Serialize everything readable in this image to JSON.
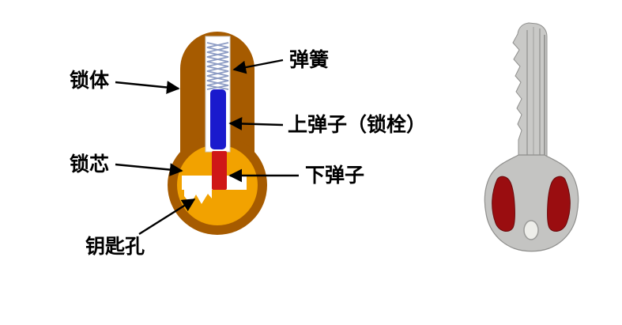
{
  "diagram": {
    "title_implicit": "pin-tumbler-lock-cross-section",
    "labels": {
      "lock_body": "锁体",
      "spring": "弹簧",
      "upper_pin": "上弹子（锁栓）",
      "lock_core": "锁芯",
      "lower_pin": "下弹子",
      "keyhole": "钥匙孔"
    },
    "colors": {
      "body_brown": "#a65b00",
      "core_orange": "#f2a200",
      "pin_blue": "#1a1acd",
      "pin_red": "#cf1717",
      "spring": "#8d9cc4",
      "key_gray": "#c9c9c7",
      "key_bow_gray": "#c4c4c2",
      "key_red": "#9a0d10",
      "background": "#ffffff",
      "text": "#000000"
    }
  }
}
